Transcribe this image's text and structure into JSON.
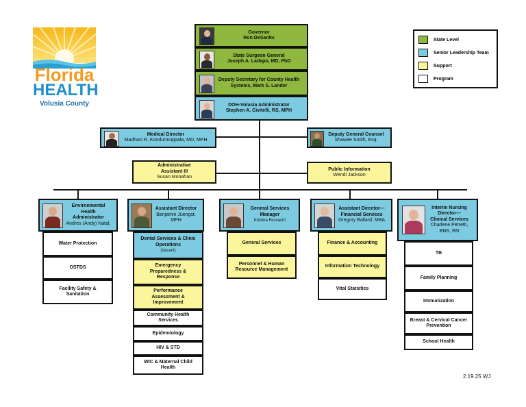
{
  "logo": {
    "word1": "Florida",
    "word2": "HEALTH",
    "word3": "Volusia County"
  },
  "legend": {
    "items": [
      {
        "label": "State Level",
        "color": "#8fb83e"
      },
      {
        "label": "Senior Leadership Team",
        "color": "#7ccbe0"
      },
      {
        "label": "Support",
        "color": "#fbf59b"
      },
      {
        "label": "Program",
        "color": "#ffffff"
      }
    ]
  },
  "top": {
    "governor": {
      "title": "Governor",
      "name": "Ron DeSantis"
    },
    "surgeon": {
      "title": "State Surgeon General",
      "name": "Joseph A. Ladapo, MD, PhD"
    },
    "deputy_sec": {
      "line1": "Deputy Secretary for County Health",
      "line2": "Systems, Mark S. Lander"
    },
    "admin": {
      "title": "DOH-Volusia Administrator",
      "name": "Stephen A. Civitelli, RS, MPH"
    }
  },
  "side": {
    "medical": {
      "title": "Medical Director",
      "name": "Madhavi R. Kondurmuppala, MD, MPH"
    },
    "counsel": {
      "title": "Deputy General Counsel",
      "name": "Shawee Smith, Esq."
    },
    "assistant": {
      "title1": "Administrative",
      "title2": "Assistant III",
      "name": "Susan Monahan"
    },
    "pio": {
      "title": "Public Information",
      "name": "Wendi Jackson"
    }
  },
  "dept": {
    "env": {
      "l1": "Environmental",
      "l2": "Health",
      "l3": "Administrator",
      "name": "Andres (Andy) Natal,"
    },
    "asst": {
      "title": "Assistant Director",
      "name1": "Benjamin Juengst,",
      "name2": "MPH"
    },
    "gsm": {
      "title1": "General Services",
      "title2": "Manager",
      "name": "Kristina Fesnacht"
    },
    "fin": {
      "title1": "Assistant Director—",
      "title2": "Financial Services",
      "name": "Gregory Ballard, MBA"
    },
    "nurse": {
      "t1": "Interim Nursing",
      "t2": "Director—",
      "t3": "Clinical Services",
      "n1": "Charlene Petretti,",
      "n2": "BNS, RN"
    }
  },
  "programs": {
    "env": [
      "Water Protection",
      "OSTDS",
      "Facility Safety &",
      "Sanitation"
    ],
    "asst": {
      "dental1": "Dental Services & Clinic",
      "dental2": "Operations",
      "dental3": "(Vacant)",
      "emerg1": "Emergency",
      "emerg2": "Preparedness &",
      "emerg3": "Response",
      "perf1": "Performance",
      "perf2": "Assessment &",
      "perf3": "Improvement",
      "comm1": "Community Health",
      "comm2": "Services",
      "epi": "Epidemiology",
      "hiv": "HIV & STD",
      "wic1": "WIC & Maternal Child",
      "wic2": "Health"
    },
    "gsm": {
      "gs": "General Services",
      "hr1": "Personnel  & Human",
      "hr2": "Resource Management"
    },
    "fin": {
      "fa": "Finance & Accounting",
      "it": "Information Technology",
      "vs": "Vital Statistics"
    },
    "nurse": {
      "tb": "TB",
      "fp": "Family Planning",
      "imm": "Immunization",
      "bc1": "Breast & Cervical Cancer",
      "bc2": "Prevention",
      "sh": "School Health"
    }
  },
  "footer": {
    "stamp": "2.19.25 WJ"
  }
}
